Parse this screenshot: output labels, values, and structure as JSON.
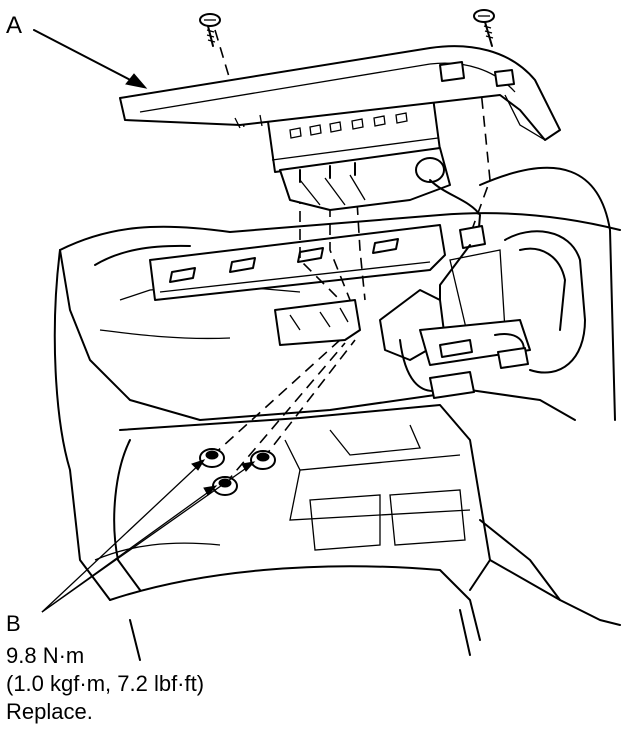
{
  "callouts": {
    "a": "A",
    "b": "B"
  },
  "legend_b": {
    "torque_nm": "9.8 N·m",
    "torque_alt": "(1.0 kgf·m, 7.2 lbf·ft)",
    "note": "Replace."
  }
}
